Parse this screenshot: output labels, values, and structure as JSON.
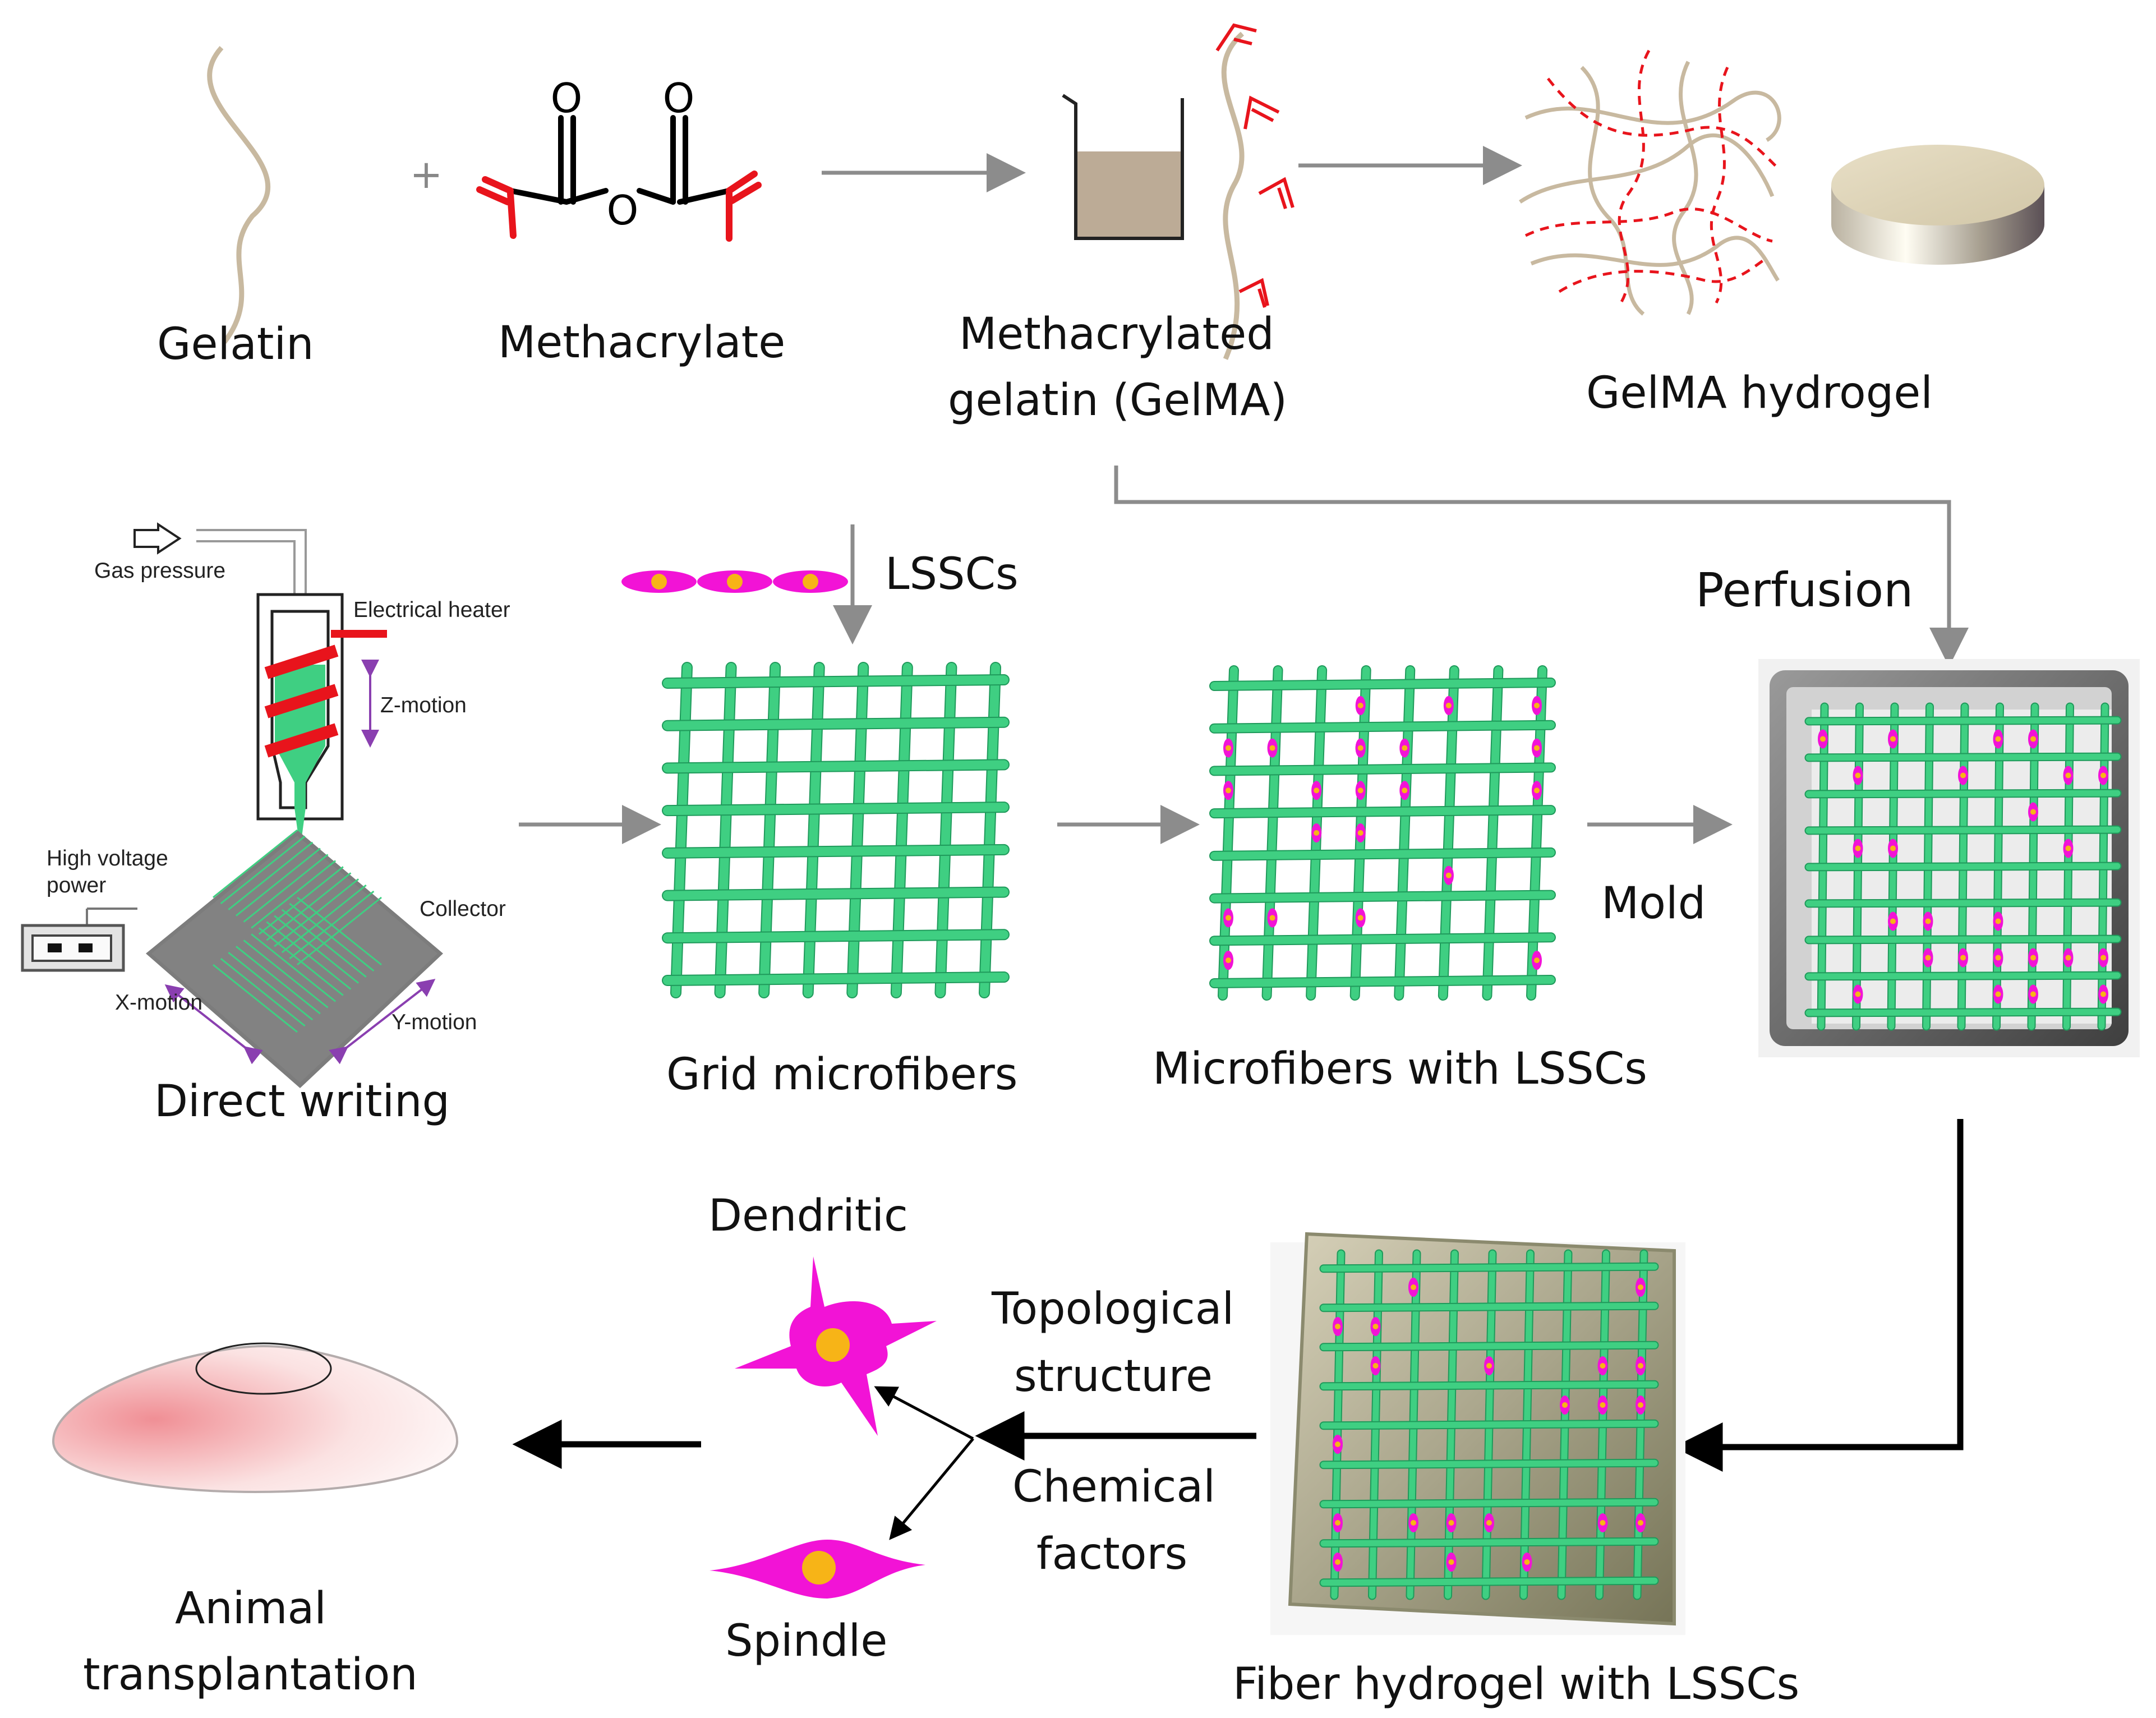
{
  "labels": {
    "gelatin": "Gelatin",
    "methacrylate": "Methacrylate",
    "gelma_line1": "Methacrylated",
    "gelma_line2": "gelatin (GelMA)",
    "gelma_hydrogel": "GelMA hydrogel",
    "lsscs": "LSSCs",
    "perfusion": "Perfusion",
    "gas_pressure": "Gas pressure",
    "electrical_heater": "Electrical heater",
    "z_motion": "Z-motion",
    "high_voltage_line1": "High voltage",
    "high_voltage_line2": "power",
    "collector": "Collector",
    "x_motion": "X-motion",
    "y_motion": "Y-motion",
    "direct_writing": "Direct writing",
    "grid_microfibers": "Grid microfibers",
    "microfibers_with_lsscs": "Microfibers with LSSCs",
    "mold": "Mold",
    "dendritic": "Dendritic",
    "spindle": "Spindle",
    "topological_line1": "Topological",
    "topological_line2": "structure",
    "chemical_line1": "Chemical",
    "chemical_line2": "factors",
    "animal_line1": "Animal",
    "animal_line2": "transplantation",
    "fiber_hydrogel": "Fiber hydrogel with LSSCs",
    "plus_sign": "+",
    "oxygen": "O"
  },
  "colors": {
    "gelatin_strand": "#c8b9a0",
    "methacrylate_red": "#e8141c",
    "crosslink_red": "#e8141c",
    "fiber_green": "#3fcf82",
    "cell_magenta": "#f213d6",
    "cell_nucleus": "#f7b417",
    "arrow_gray": "#8c8c8c",
    "arrow_black": "#000000",
    "motion_purple": "#8a3fb0",
    "collector_gray": "#7c7c7c",
    "mold_frame": "#5e5e5e"
  }
}
